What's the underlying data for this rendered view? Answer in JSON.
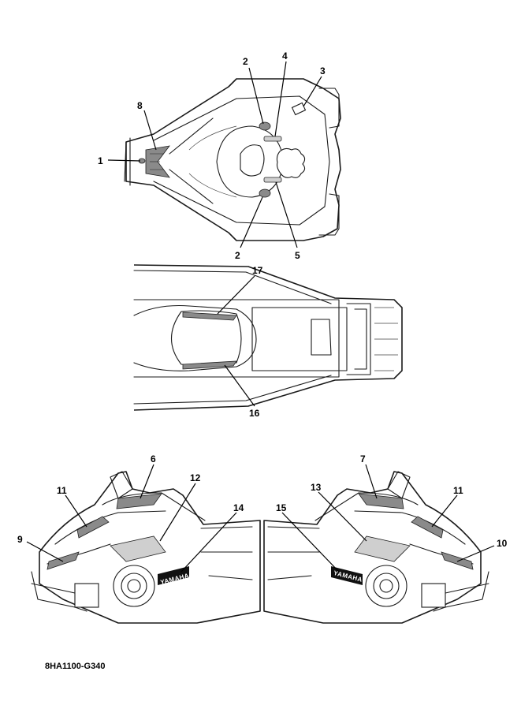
{
  "diagram_code": "8HA1100-G340",
  "logo_text": "YAMAHA",
  "callouts": {
    "c1": "1",
    "c2a": "2",
    "c2b": "2",
    "c3": "3",
    "c4": "4",
    "c5": "5",
    "c6": "6",
    "c7": "7",
    "c8": "8",
    "c9": "9",
    "c10": "10",
    "c11a": "11",
    "c11b": "11",
    "c12": "12",
    "c13": "13",
    "c14": "14",
    "c15": "15",
    "c16": "16",
    "c17": "17"
  }
}
